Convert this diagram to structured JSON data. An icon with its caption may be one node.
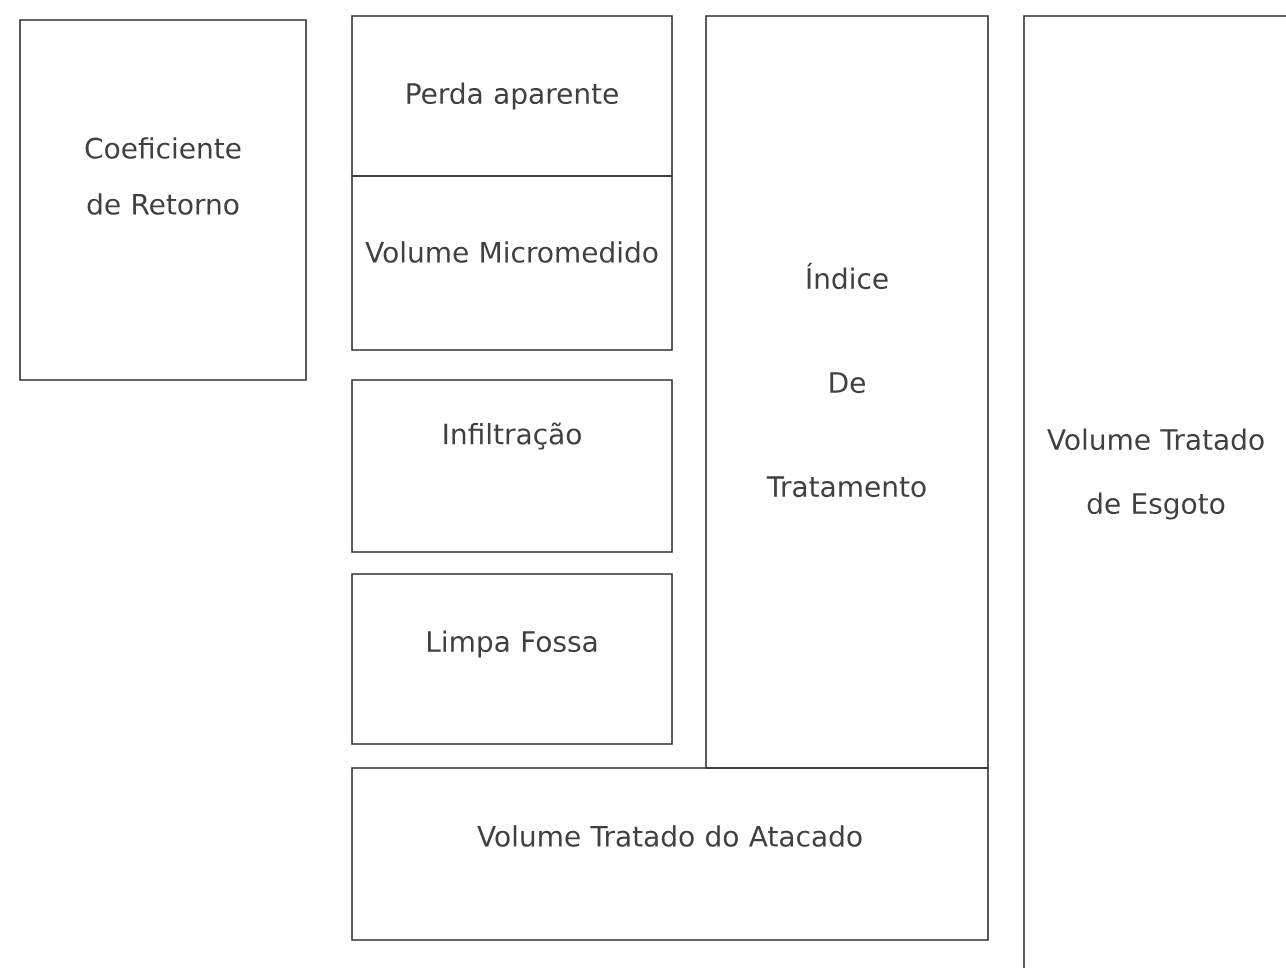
{
  "diagram": {
    "nodes": [
      {
        "text": [
          "Coeficiente de Retorno"
        ]
      },
      {
        "text": [
          "Perda aparente"
        ]
      },
      {
        "text": [
          "Volume Micromedido"
        ]
      },
      {
        "text": [
          "Infiltração"
        ]
      },
      {
        "text": [
          "Limpa Fossa"
        ]
      },
      {
        "text": [
          "Índice De Tratamento"
        ]
      },
      {
        "text": [
          "Volume Tratado do Atacado"
        ]
      },
      {
        "text": [
          "Volume Tratado de Esgoto"
        ]
      }
    ]
  }
}
